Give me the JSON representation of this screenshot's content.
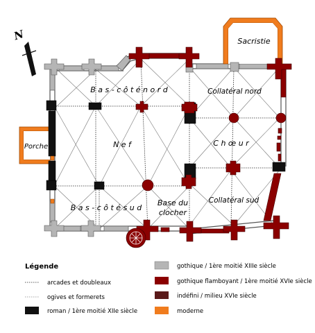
{
  "north": "N",
  "labels": {
    "sacristie": "Sacristie",
    "bas_cote_nord": "B a s - c ô t é   n o r d",
    "collateral_nord": "Collatéral nord",
    "porche": "Porche",
    "nef": "N e f",
    "choeur": "C h œ u r",
    "bas_cote_sud": "B a s - c ô t é   s u d",
    "base_clocher_1": "Base du",
    "base_clocher_2": "clocher",
    "collateral_sud": "Collatéral sud"
  },
  "legend": {
    "title": "Légende",
    "line_items": [
      "arcades et doubleaux",
      "ogives et formerets"
    ],
    "color_items": [
      {
        "label": "roman / 1ère moitié XIIe siècle",
        "color": "#111111"
      },
      {
        "label": "gothique / 1ère moitié XIIIe siècle",
        "color": "#b5b5b5"
      },
      {
        "label": "gothique flamboyant / 1ère moitié XVIe siècle",
        "color": "#8b0000"
      },
      {
        "label": "indéfini / milieu XVIe siècle",
        "color": "#5a1a1a"
      },
      {
        "label": "moderne",
        "color": "#f07c1e"
      }
    ]
  },
  "colors": {
    "roman": "#111111",
    "gothique": "#b5b5b5",
    "flamboyant": "#8b0000",
    "indefini": "#5a1a1a",
    "moderne": "#f07c1e",
    "lines": "#555555"
  }
}
